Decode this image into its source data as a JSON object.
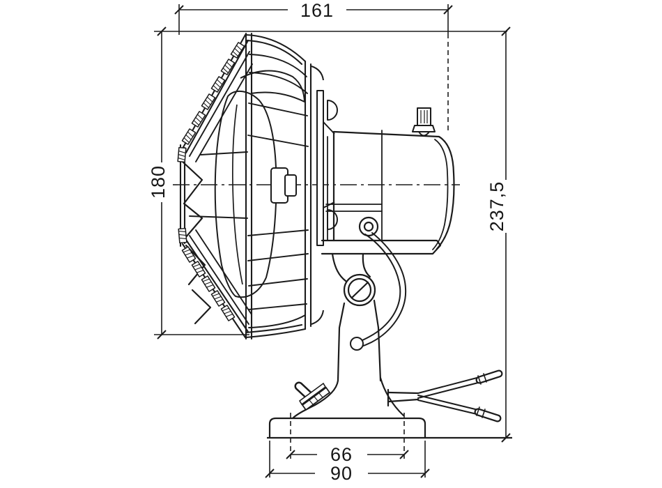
{
  "drawing": {
    "type": "technical-line-drawing",
    "background": "#ffffff",
    "line_color": "#1b1b1b",
    "text_color": "#161616"
  },
  "dimensions": {
    "depth_overall": {
      "label": "161",
      "orientation": "horizontal-top"
    },
    "guard_diameter": {
      "label": "180",
      "orientation": "vertical-left"
    },
    "height_overall": {
      "label": "237,5",
      "orientation": "vertical-right"
    },
    "base_foot_width": {
      "label": "66",
      "orientation": "horizontal-bottom"
    },
    "base_plate_width": {
      "label": "90",
      "orientation": "horizontal-bottom"
    }
  }
}
